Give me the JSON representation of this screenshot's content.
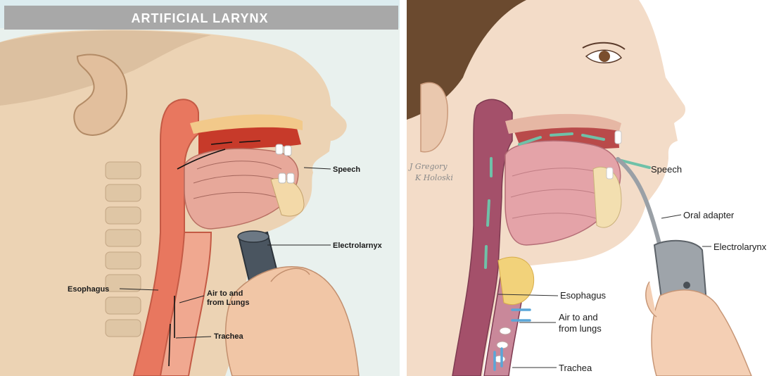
{
  "left_panel": {
    "title": "ARTIFICIAL LARYNX",
    "labels": {
      "speech": "Speech",
      "electrolarynx": "Electrolarnyx",
      "esophagus": "Esophagus",
      "air_line1": "Air to and",
      "air_line2": "from Lungs",
      "trachea": "Trachea"
    },
    "colors": {
      "title_bar": "#a8a8a8",
      "skin": "#ecd3b4",
      "tissue": "#e8775f",
      "background": "#dcecef"
    }
  },
  "right_panel": {
    "credit_line1": "J Gregory",
    "credit_line2": "K Holoski",
    "labels": {
      "speech": "Speech",
      "oral_adapter": "Oral adapter",
      "electrolarynx": "Electrolarynx",
      "esophagus": "Esophagus",
      "air_line1": "Air to and",
      "air_line2": "from lungs",
      "trachea": "Trachea"
    },
    "colors": {
      "skin": "#f3dcc8",
      "tissue": "#d9838a",
      "airway_arrow": "#5aa6d8",
      "speech_arrow": "#6fc1a8"
    }
  }
}
